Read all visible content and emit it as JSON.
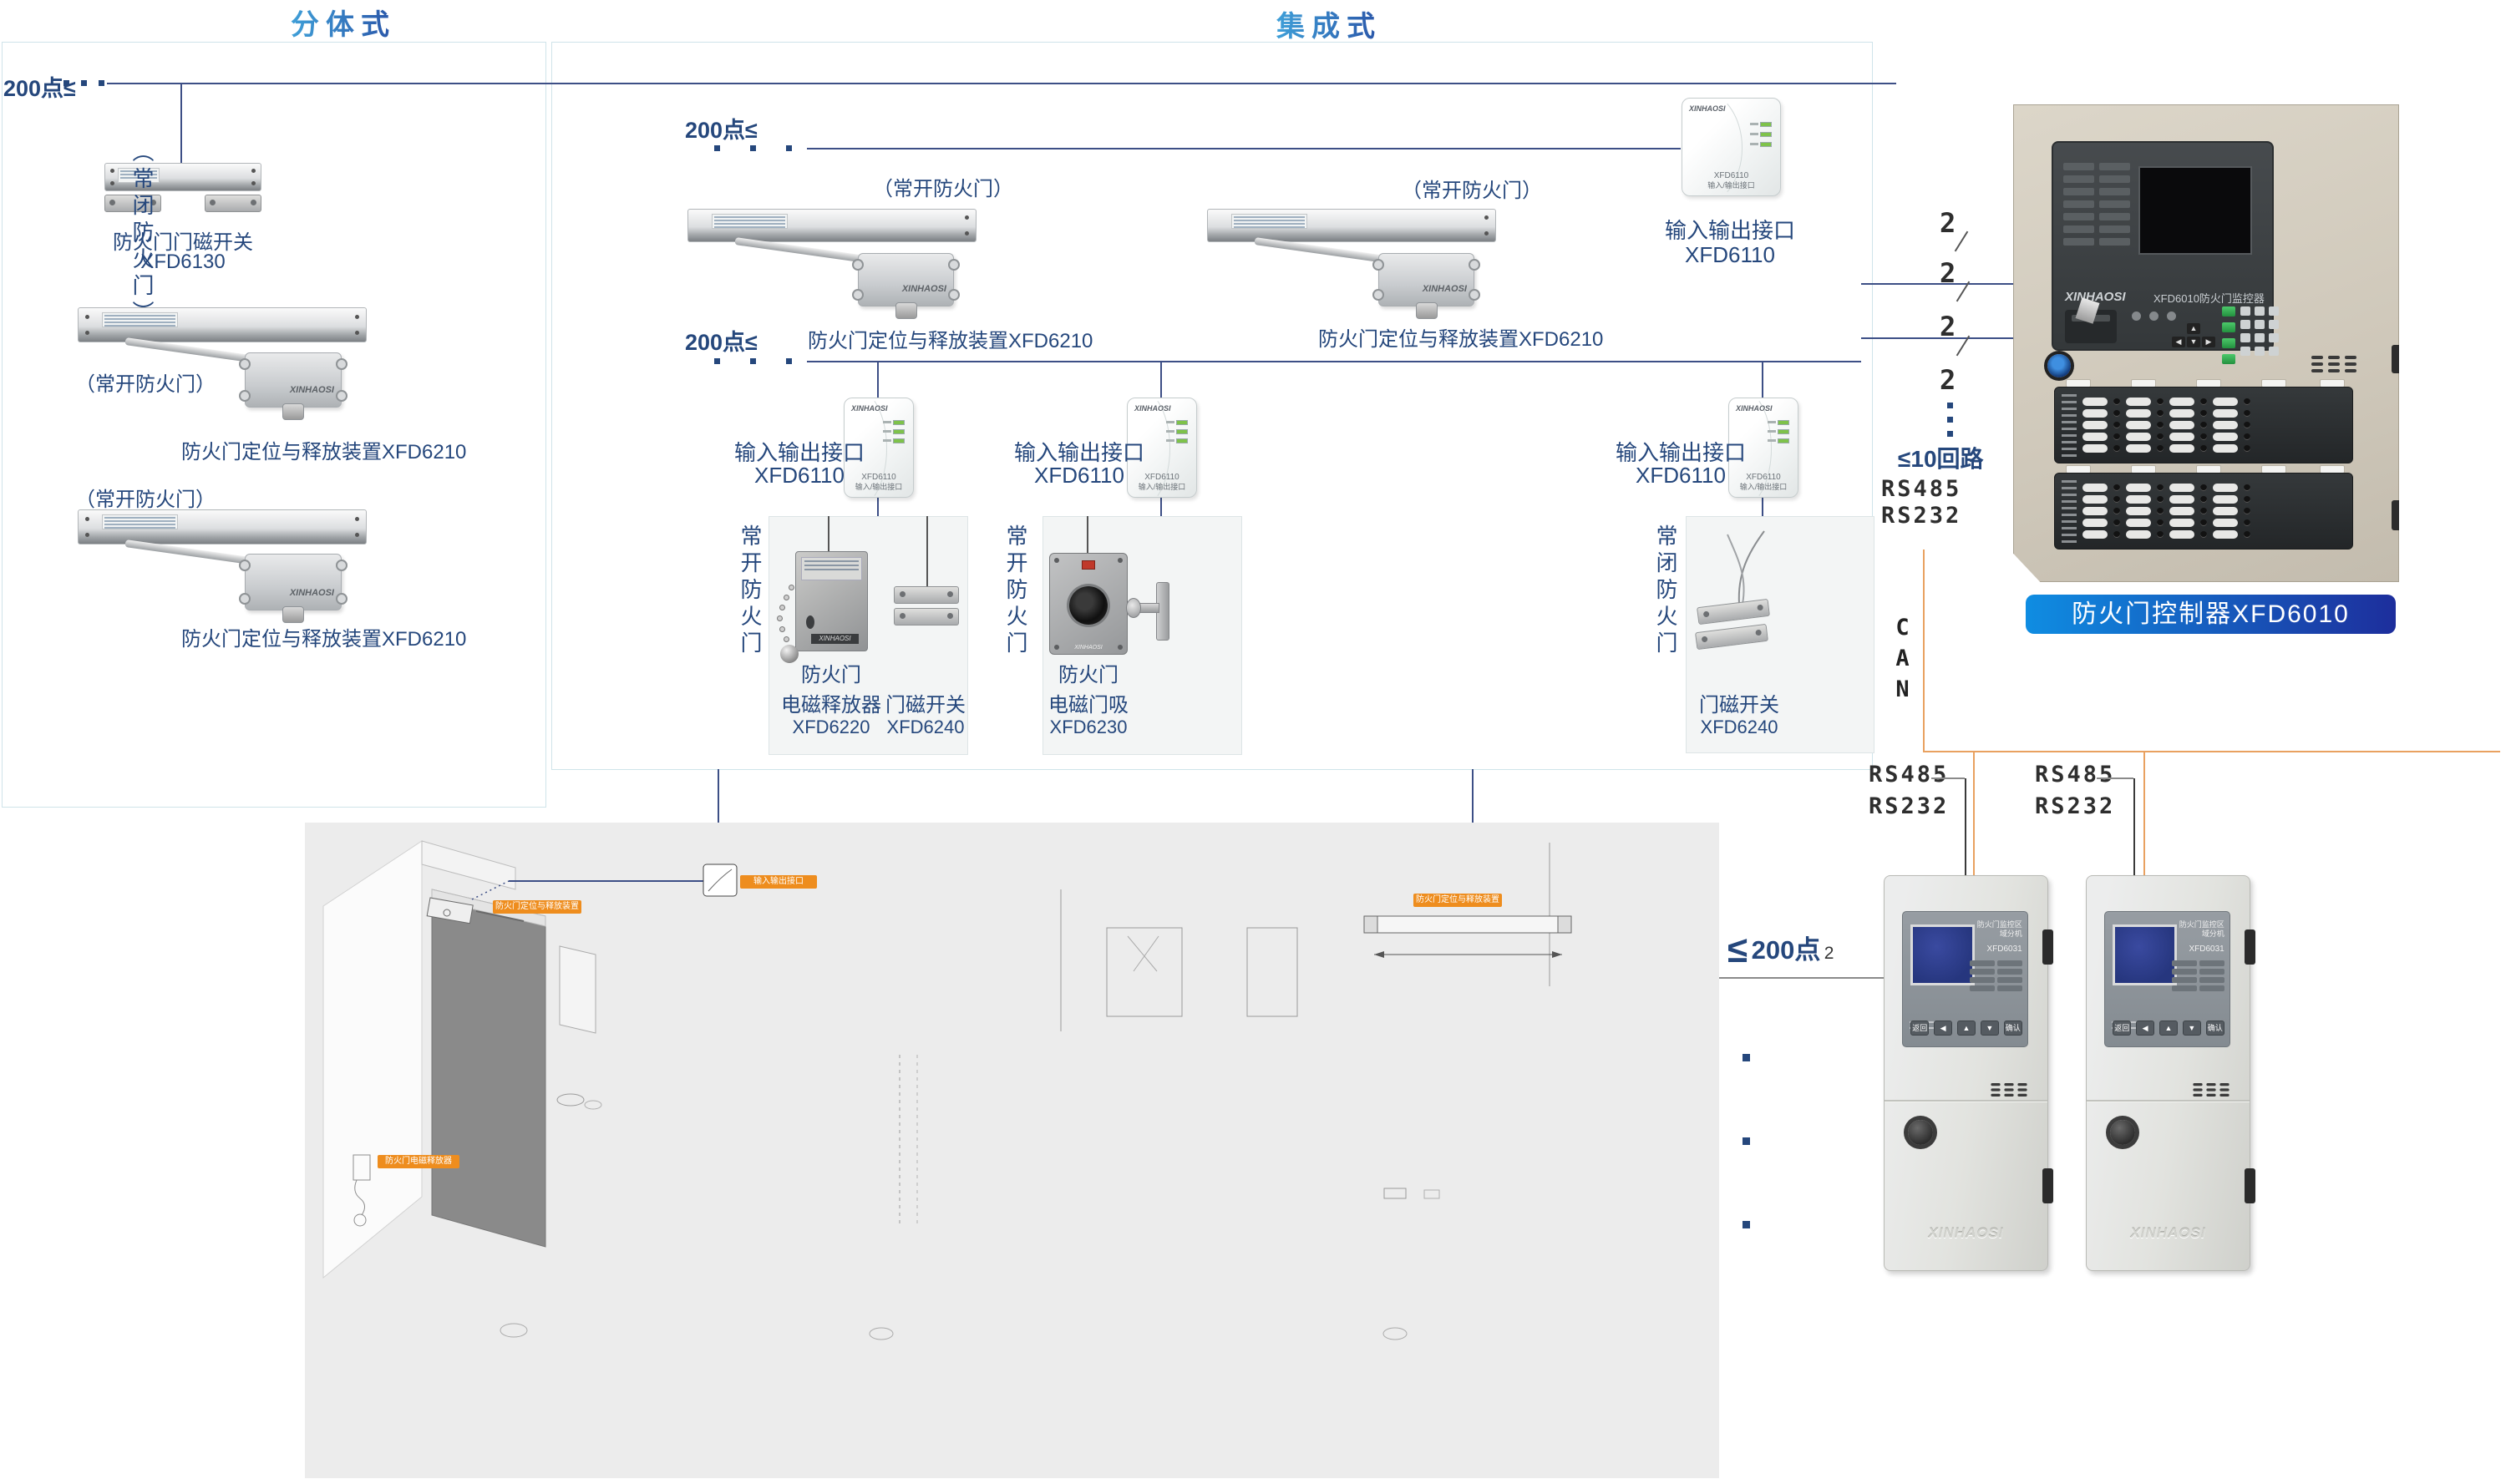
{
  "brand": "XINHAOSI",
  "headers": {
    "split": "分体式",
    "integrated": "集成式"
  },
  "point_label": "200点≤",
  "left": {
    "normally_closed": "（常闭防火门）",
    "normally_open": "（常开防火门）",
    "switch_name": "防火门门磁开关",
    "switch_model": "XFD6130",
    "positioner_label": "防火门定位与释放装置XFD6210"
  },
  "middle": {
    "normally_open": "（常开防火门）",
    "positioner_label": "防火门定位与释放装置XFD6210",
    "io_name": "输入输出接口",
    "io_model": "XFD6110",
    "io_face_model": "XFD6110",
    "io_face_sub": "输入/输出接口",
    "groups": [
      {
        "door_type": "常开防火门",
        "dev1_l1": "防火门",
        "dev1_l2": "电磁释放器",
        "dev1_model": "XFD6220",
        "dev2_l1": "门磁开关",
        "dev2_model": "XFD6240"
      },
      {
        "door_type": "常开防火门",
        "dev1_l1": "防火门",
        "dev1_l2": "电磁门吸",
        "dev1_model": "XFD6230"
      },
      {
        "door_type": "常闭防火门",
        "dev2_l1": "门磁开关",
        "dev2_model": "XFD6240"
      }
    ]
  },
  "controller": {
    "wire_marker": "2",
    "loops_label": "≤10回路",
    "rs485": "RS485",
    "rs232": "RS232",
    "can": "CAN",
    "badge": "防火门控制器XFD6010",
    "screen_caption": "XFD6010防火门监控器",
    "screen_icon_colors": [
      "#3aaf8c",
      "#3b7bd4",
      "#c05ac0",
      "#e08a2a",
      "#d43a3a",
      "#d84545",
      "#e0862a",
      "#d8a02a",
      "#cf8f2f",
      "#c23a3a"
    ]
  },
  "bottom": {
    "rs485": "RS485",
    "rs232": "RS232",
    "limit_leq": "≤",
    "limit_text": "200点",
    "limit_sub": "2"
  },
  "sub_controller": {
    "name": "防火门监控区域分机",
    "model": "XFD6031",
    "buttons": [
      "返回",
      "◀",
      "▲",
      "▼",
      "确认"
    ]
  },
  "drawing": {
    "chip_io": "输入输出接口",
    "chip_positioner": "防火门定位与释放装置",
    "chip_release": "防火门电磁释放器",
    "chip_positioner2": "防火门定位与释放装置"
  },
  "colors": {
    "accent_orange": "#ee8d1e",
    "can_line": "#e9a160",
    "navy": "#25477c",
    "line_navy": "#3d4f86"
  }
}
